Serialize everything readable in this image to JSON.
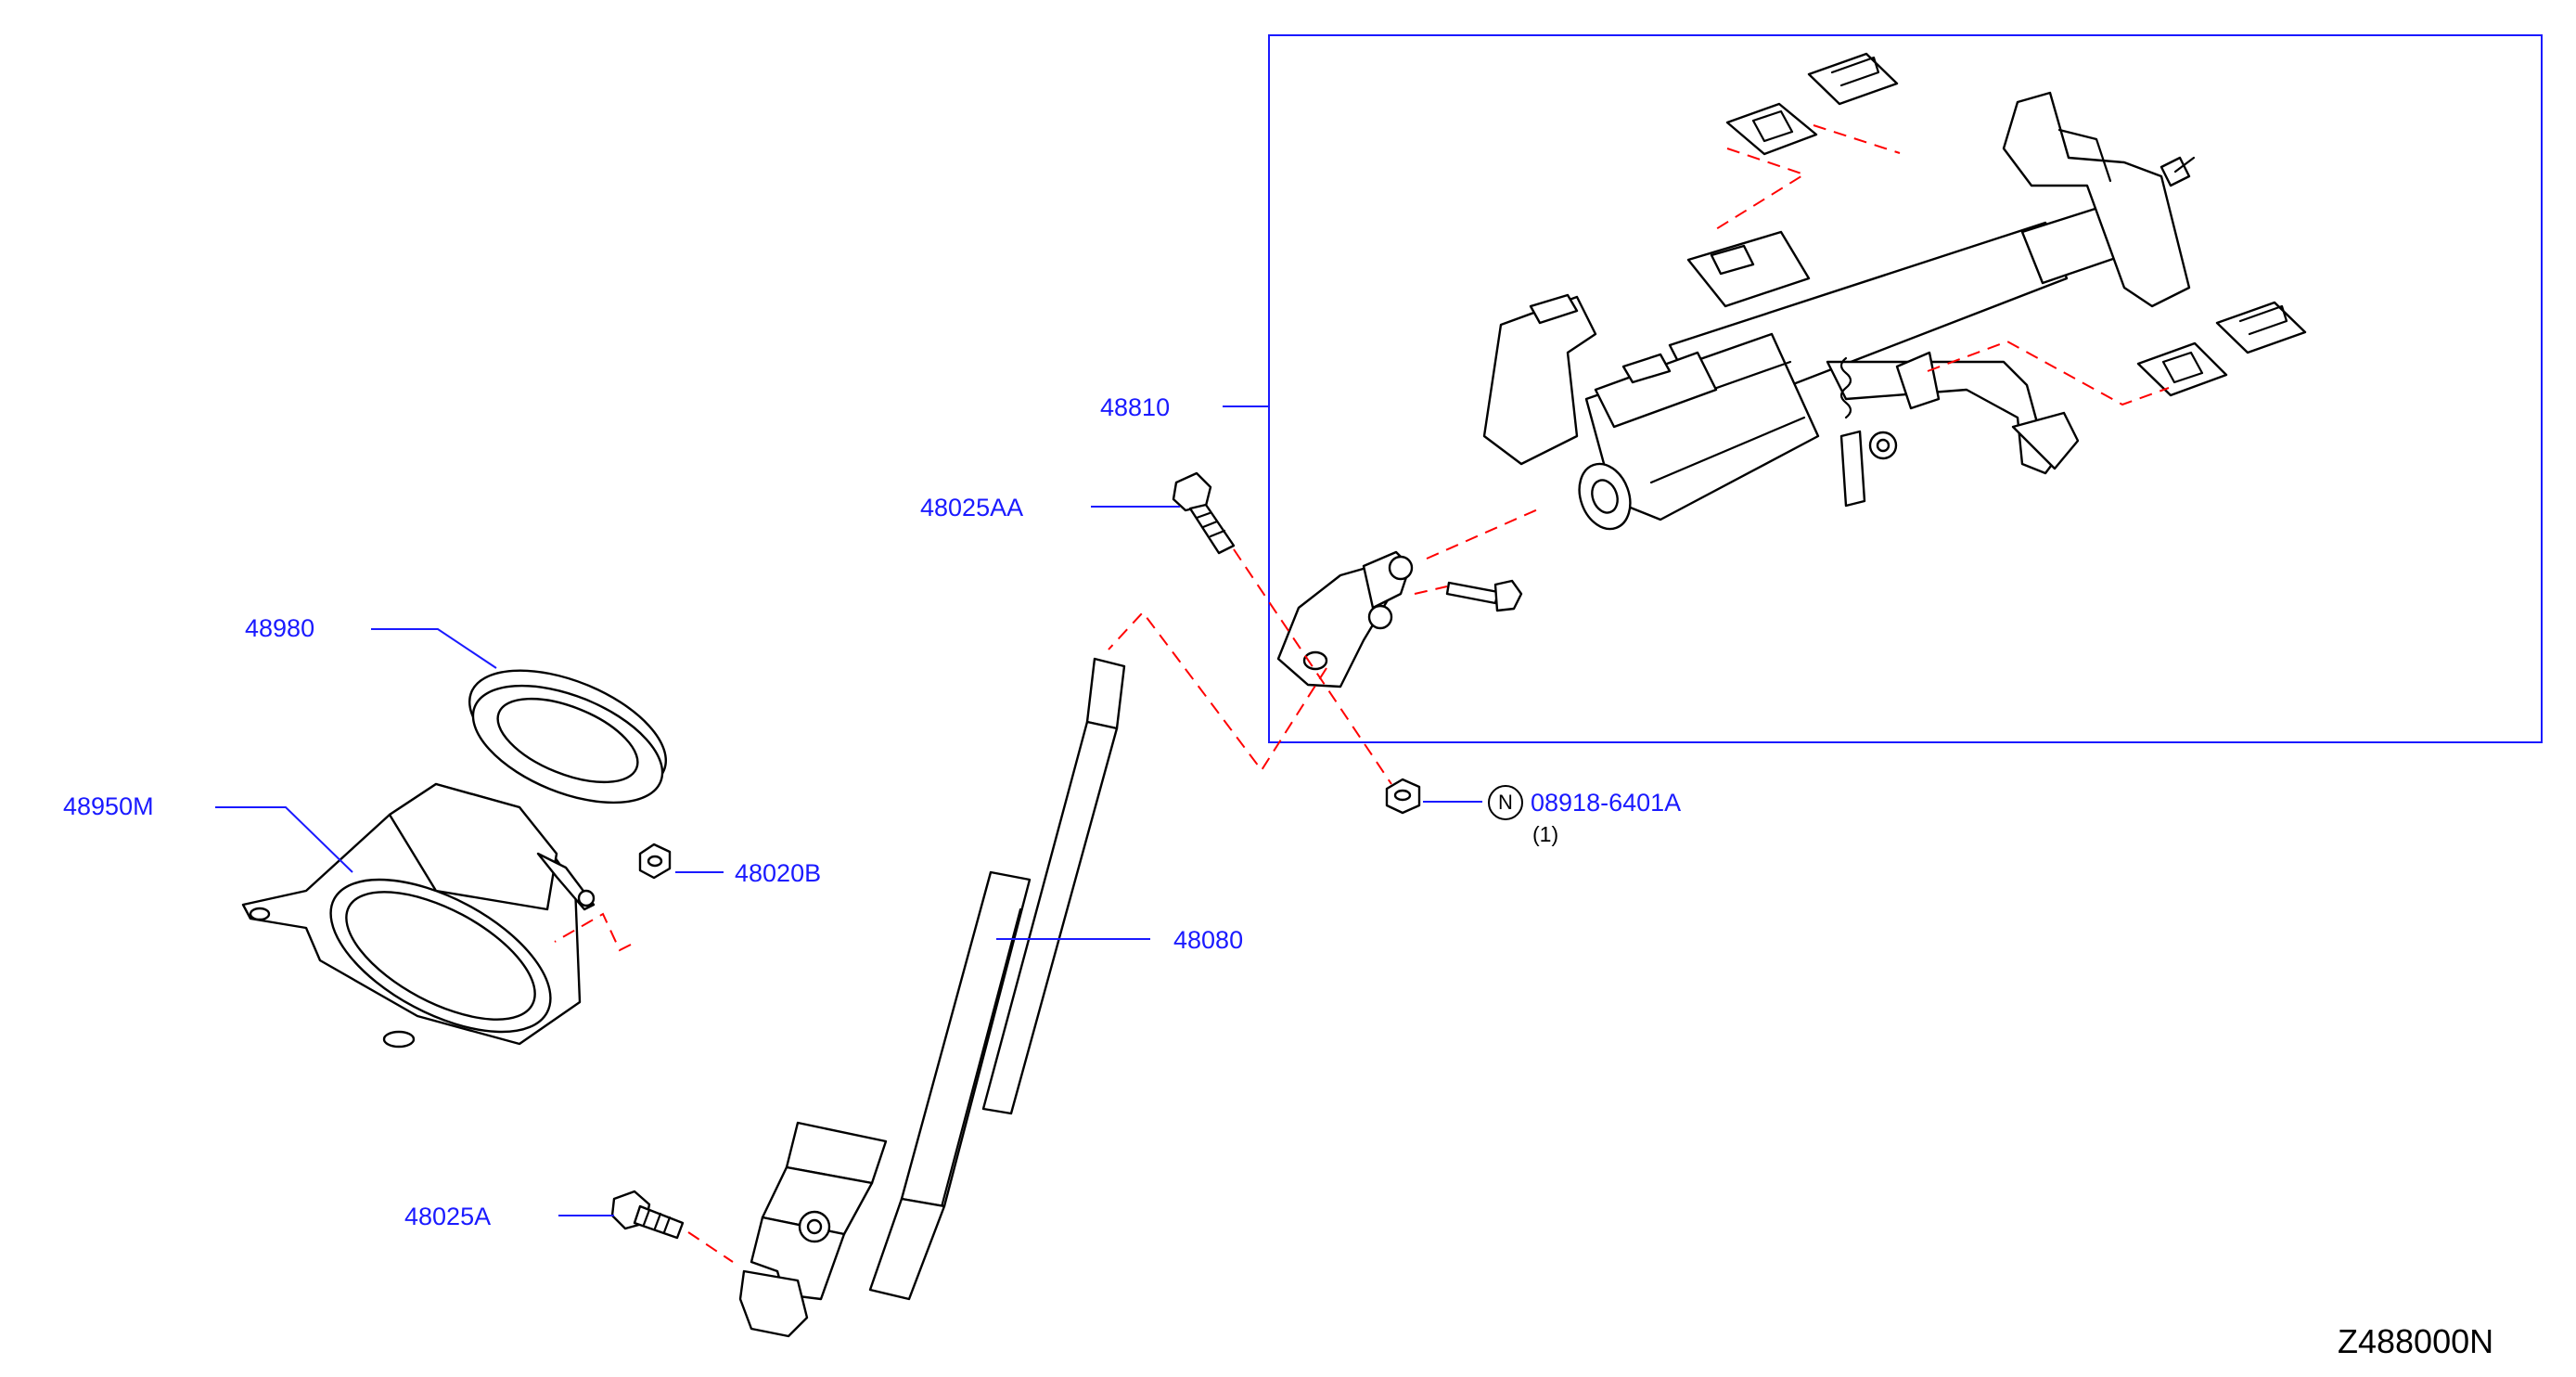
{
  "diagram": {
    "reference_code": "Z488000N",
    "callouts": [
      {
        "id": "48810",
        "label": "48810"
      },
      {
        "id": "48025AA",
        "label": "48025AA"
      },
      {
        "id": "48980",
        "label": "48980"
      },
      {
        "id": "48950M",
        "label": "48950M"
      },
      {
        "id": "48020B",
        "label": "48020B"
      },
      {
        "id": "48080",
        "label": "48080"
      },
      {
        "id": "48025A",
        "label": "48025A"
      },
      {
        "id": "08918-6401A",
        "label": "08918-6401A",
        "marker": "N",
        "quantity": "(1)"
      }
    ],
    "colors": {
      "callout_text": "#1a1aff",
      "assembly_dash": "#ff0000",
      "drawing": "#000000"
    }
  }
}
